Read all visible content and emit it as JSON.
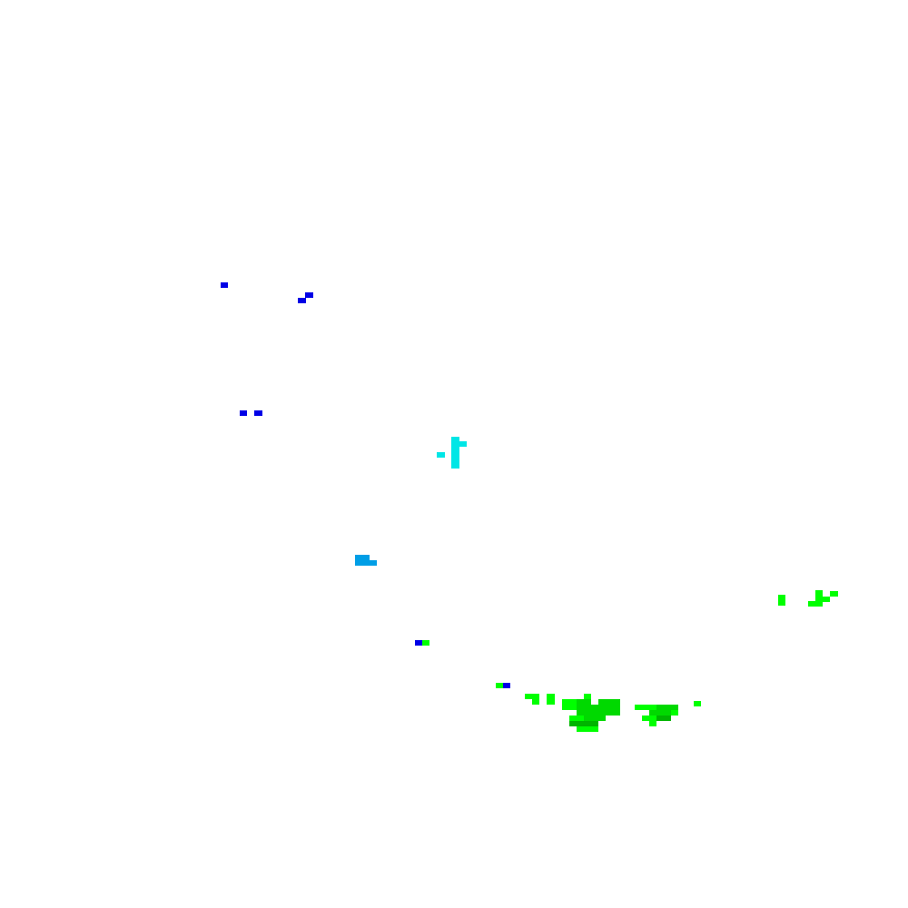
{
  "tile": {
    "background": "#ffffff",
    "palette": {
      "dark_blue": "#0000e6",
      "blue": "#009ee6",
      "cyan": "#00e6e6",
      "light_green": "#00ff00",
      "green": "#00d900",
      "dark_green": "#00b400"
    },
    "echo_groups": [
      "echo-cluster-northwest",
      "echo-cluster-west",
      "echo-cluster-center",
      "echo-cluster-southwest",
      "echo-cluster-south",
      "echo-cluster-southeast",
      "echo-cluster-east"
    ]
  }
}
